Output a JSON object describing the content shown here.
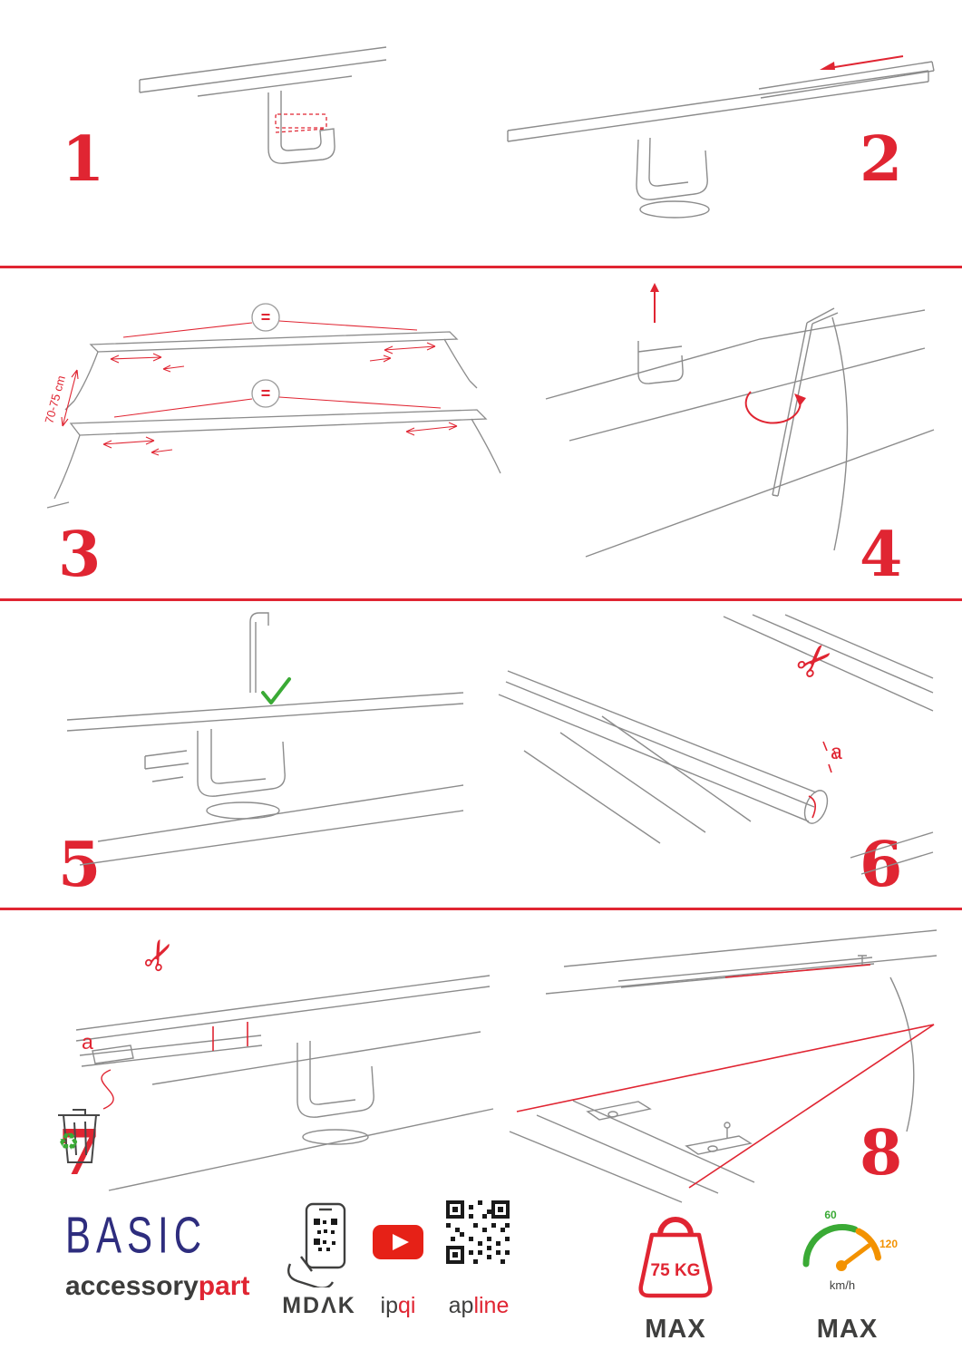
{
  "steps": [
    {
      "number": "1"
    },
    {
      "number": "2"
    },
    {
      "number": "3"
    },
    {
      "number": "4"
    },
    {
      "number": "5"
    },
    {
      "number": "6"
    },
    {
      "number": "7"
    },
    {
      "number": "8"
    }
  ],
  "diagram3": {
    "spacing_label": "70-75 cm",
    "equal_sign": "="
  },
  "diagram6": {
    "label_a": "a"
  },
  "diagram7": {
    "label_a": "a"
  },
  "icons": {
    "scissors": "✂",
    "recycle": "♻"
  },
  "footer": {
    "brand": "BASIC",
    "brand_sub_left": "accessory",
    "brand_sub_right": "part",
    "app_name": "MDΛK",
    "channel_left": "ip",
    "channel_right": "qi",
    "qr_left": "ap",
    "qr_right": "line",
    "weight_limit": "75 KG",
    "weight_max": "MAX",
    "speed_low": "60",
    "speed_high": "120",
    "speed_unit": "km/h",
    "speed_max": "MAX"
  },
  "colors": {
    "accent_red": "#e02532",
    "brand_blue": "#2e2d7e",
    "eco_green": "#3aaa35",
    "speed_orange": "#f39200",
    "youtube_red": "#e62117"
  }
}
